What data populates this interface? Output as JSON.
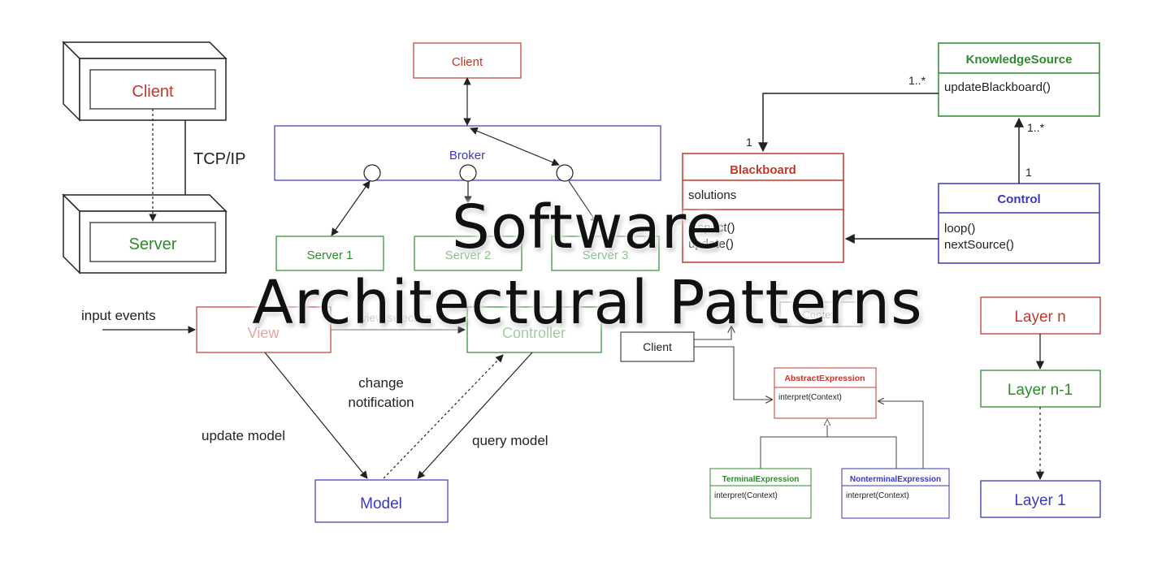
{
  "title": {
    "line1": "Software",
    "line2": "Architectural Patterns"
  },
  "colors": {
    "red": "#c0392b",
    "green": "#2e8b2e",
    "blue": "#3a3ab8",
    "black": "#222222",
    "gray": "#555555"
  },
  "client_server": {
    "client": "Client",
    "server": "Server",
    "link": "TCP/IP"
  },
  "broker": {
    "client": "Client",
    "broker": "Broker",
    "server1": "Server 1",
    "server2": "Server 2",
    "server3": "Server 3"
  },
  "blackboard": {
    "knowledge_source": {
      "name": "KnowledgeSource",
      "method": "updateBlackboard()"
    },
    "blackboard": {
      "name": "Blackboard",
      "attr": "solutions",
      "method1": "inspect()",
      "method2": "update()"
    },
    "control": {
      "name": "Control",
      "method1": "loop()",
      "method2": "nextSource()"
    },
    "mult_ks": "1..*",
    "mult_bb": "1",
    "mult_up": "1..*",
    "mult_ctrl": "1"
  },
  "mvc": {
    "input_events": "input events",
    "view": "View",
    "view_controller_label": "view selection",
    "controller": "Controller",
    "change_notification_1": "change",
    "change_notification_2": "notification",
    "update_model": "update model",
    "query_model": "query model",
    "model": "Model"
  },
  "interpreter": {
    "client": "Client",
    "context": "Context",
    "abstract": {
      "name": "AbstractExpression",
      "method": "interpret(Context)"
    },
    "terminal": {
      "name": "TerminalExpression",
      "method": "interpret(Context)"
    },
    "nonterminal": {
      "name": "NonterminalExpression",
      "method": "interpret(Context)"
    }
  },
  "layers": {
    "top": "Layer n",
    "middle": "Layer n-1",
    "bottom": "Layer 1"
  }
}
